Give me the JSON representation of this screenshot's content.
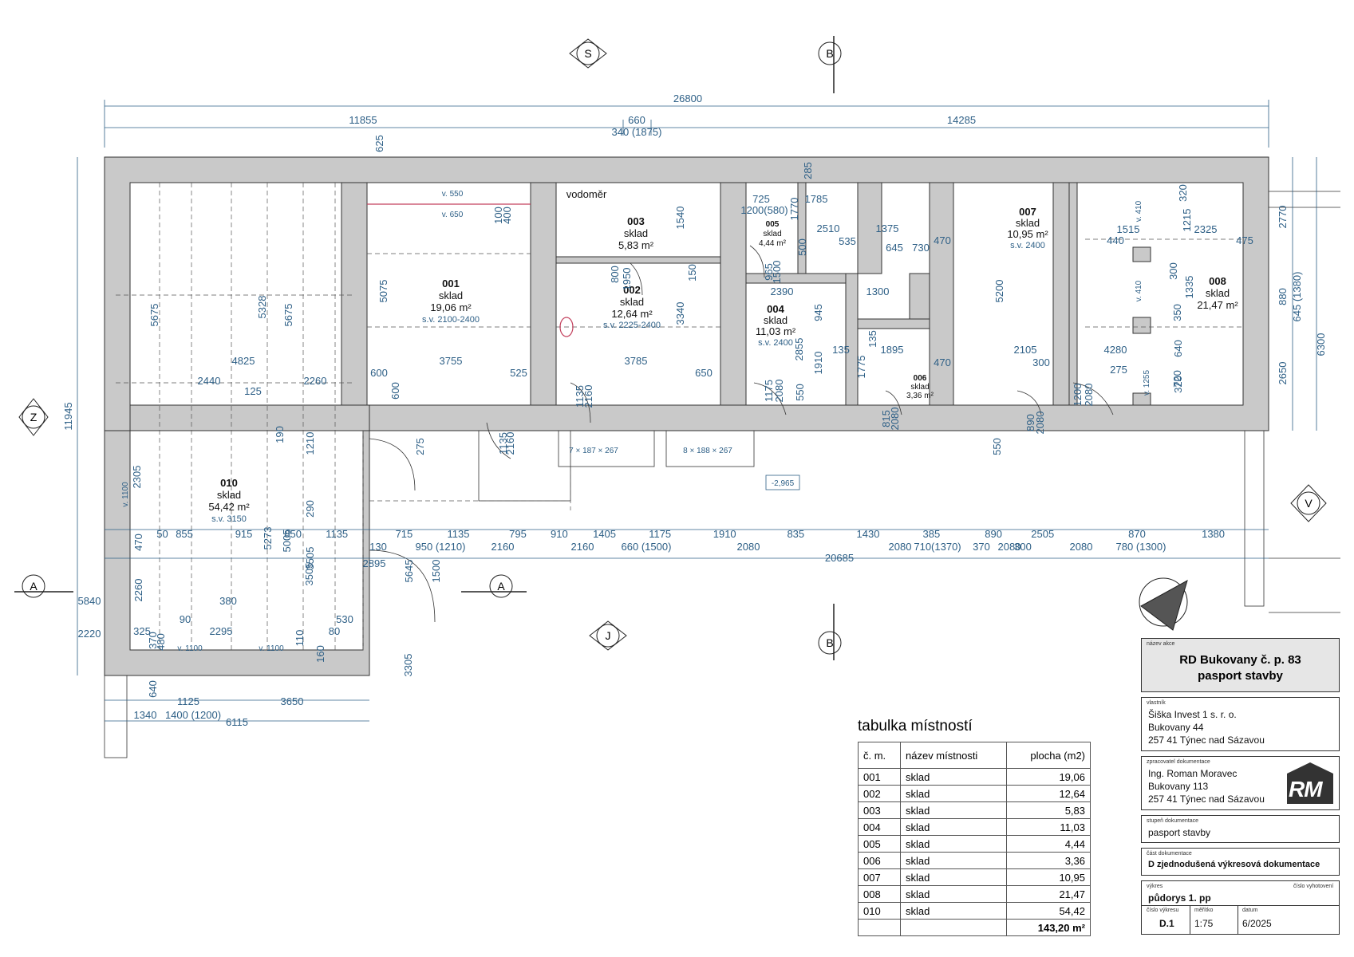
{
  "drawing_title": "tabulka místností",
  "rooms": [
    {
      "id": "001",
      "name": "sklad",
      "area": "19,06",
      "sv": "s.v. 2100-2400"
    },
    {
      "id": "002",
      "name": "sklad",
      "area": "12,64",
      "sv": "s.v. 2225-2400"
    },
    {
      "id": "003",
      "name": "sklad",
      "area": "5,83",
      "sv": ""
    },
    {
      "id": "004",
      "name": "sklad",
      "area": "11,03",
      "sv": "s.v. 2400"
    },
    {
      "id": "005",
      "name": "sklad",
      "area": "4,44",
      "sv": ""
    },
    {
      "id": "006",
      "name": "sklad",
      "area": "3,36",
      "sv": ""
    },
    {
      "id": "007",
      "name": "sklad",
      "area": "10,95",
      "sv": "s.v. 2400"
    },
    {
      "id": "008",
      "name": "sklad",
      "area": "21,47",
      "sv": ""
    },
    {
      "id": "010",
      "name": "sklad",
      "area": "54,42",
      "sv": "s.v. 3150"
    }
  ],
  "area_unit": "m²",
  "table": {
    "headers": [
      "č. m.",
      "název místnosti",
      "plocha (m2)"
    ],
    "total": "143,20 m²"
  },
  "labels": {
    "vodomer": "vodoměr",
    "level": "-2,965",
    "stair1": "7 × 187 × 267",
    "stair2": "8 × 188 × 267",
    "v550": "v. 550",
    "v650": "v. 650",
    "v1100a": "v. 1100",
    "v1100b": "v. 1100",
    "v1100c": "v. 1100",
    "v410a": "v. 410",
    "v410b": "v. 410",
    "v1255": "v. 1255"
  },
  "markers": {
    "north_top": "S",
    "south": "J",
    "west": "Z",
    "east": "V",
    "sectionA": "A",
    "sectionB": "B"
  },
  "dimensions": {
    "overall": "26800",
    "top_a": "11855",
    "top_b": "660",
    "top_b2": "340 (1875)",
    "top_c": "14285",
    "left_total": "11945",
    "right_a": "2770",
    "right_b": "880",
    "right_b2": "645 (1380)",
    "right_c": "2650",
    "right_total": "6300",
    "bottom_total": "20685",
    "bottom_left_a": "1125",
    "bottom_left_b": "3650",
    "bottom_left_c": "1340",
    "bottom_left_d": "1400 (1200)",
    "bottom_left_e": "6115",
    "chain1": [
      "50",
      "855",
      "915",
      "850",
      "1135",
      "715",
      "1135",
      "795",
      "910",
      "1405",
      "1175",
      "1910",
      "835",
      "1430",
      "385",
      "890",
      "2505",
      "870",
      "1380"
    ],
    "chain2": [
      "130",
      "950 (1210)",
      "2160",
      "2160",
      "660 (1500)",
      "2080",
      "2080",
      "710(1370)",
      "370",
      "2080",
      "300",
      "2080",
      "780 (1300)"
    ],
    "inner": [
      "625",
      "5075",
      "3755",
      "4825",
      "2440",
      "2260",
      "125",
      "5675",
      "5328",
      "5675",
      "600",
      "525",
      "3785",
      "650",
      "1540",
      "3340",
      "150",
      "800",
      "1950",
      "1135",
      "2160",
      "1135",
      "2160",
      "100",
      "400",
      "600",
      "550",
      "725",
      "1785",
      "1200(580)",
      "1770",
      "285",
      "2510",
      "535",
      "1375",
      "645",
      "730",
      "965",
      "1500",
      "500",
      "2390",
      "1300",
      "945",
      "2855",
      "1910",
      "135",
      "1895",
      "1775",
      "135",
      "1175",
      "2080",
      "815",
      "2080",
      "470",
      "5200",
      "2105",
      "470",
      "300",
      "550",
      "890",
      "2080",
      "1515",
      "2325",
      "440",
      "475",
      "1215",
      "320",
      "1335",
      "300",
      "350",
      "640",
      "720",
      "320",
      "4280",
      "275",
      "1200",
      "2080",
      "2305",
      "190",
      "1210",
      "290",
      "470",
      "5273",
      "5005",
      "3505",
      "2260",
      "3505",
      "5645",
      "1500",
      "275",
      "5840",
      "380",
      "2220",
      "90",
      "325",
      "2295",
      "530",
      "80",
      "370",
      "480",
      "110",
      "160",
      "640",
      "3305",
      "2895"
    ]
  },
  "title_block": {
    "project_label": "název akce",
    "project_line1": "RD Bukovany č. p. 83",
    "project_line2": "pasport stavby",
    "owner_label": "vlastník",
    "owner_lines": [
      "Šiška Invest 1 s. r. o.",
      "Bukovany 44",
      "257 41 Týnec nad Sázavou"
    ],
    "author_label": "zpracovatel dokumentace",
    "author_lines": [
      "Ing. Roman Moravec",
      "Bukovany 113",
      "257 41 Týnec nad Sázavou"
    ],
    "logo": "RM",
    "stage_label": "stupeň dokumentace",
    "stage": "pasport stavby",
    "part_label": "část dokumentace",
    "part": "D   zjednodušená výkresová dokumentace",
    "drawing_label": "výkres",
    "drawing": "půdorys 1. pp",
    "copy_label": "číslo vyhotovení",
    "number_label": "číslo výkresu",
    "number": "D.1",
    "scale_label": "měřítko",
    "scale": "1:75",
    "date_label": "datum",
    "date": "6/2025"
  }
}
